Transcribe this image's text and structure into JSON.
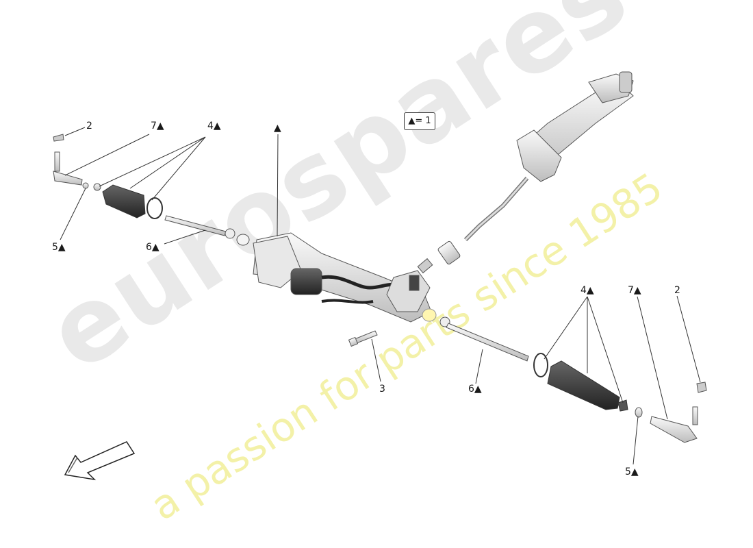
{
  "watermark": {
    "brand": "eurospares",
    "tagline": "a passion for parts since 1985"
  },
  "legend": {
    "text": "▲= 1"
  },
  "callouts": {
    "left_2": "2",
    "left_7": "7▲",
    "left_4": "4▲",
    "left_5": "5▲",
    "left_6": "6▲",
    "rack": "▲",
    "bolt_3": "3",
    "right_6": "6▲",
    "right_4": "4▲",
    "right_7": "7▲",
    "right_2": "2",
    "right_5": "5▲"
  },
  "colors": {
    "line": "#333333",
    "part_fill": "#f2f2f2",
    "part_stroke": "#555555"
  }
}
